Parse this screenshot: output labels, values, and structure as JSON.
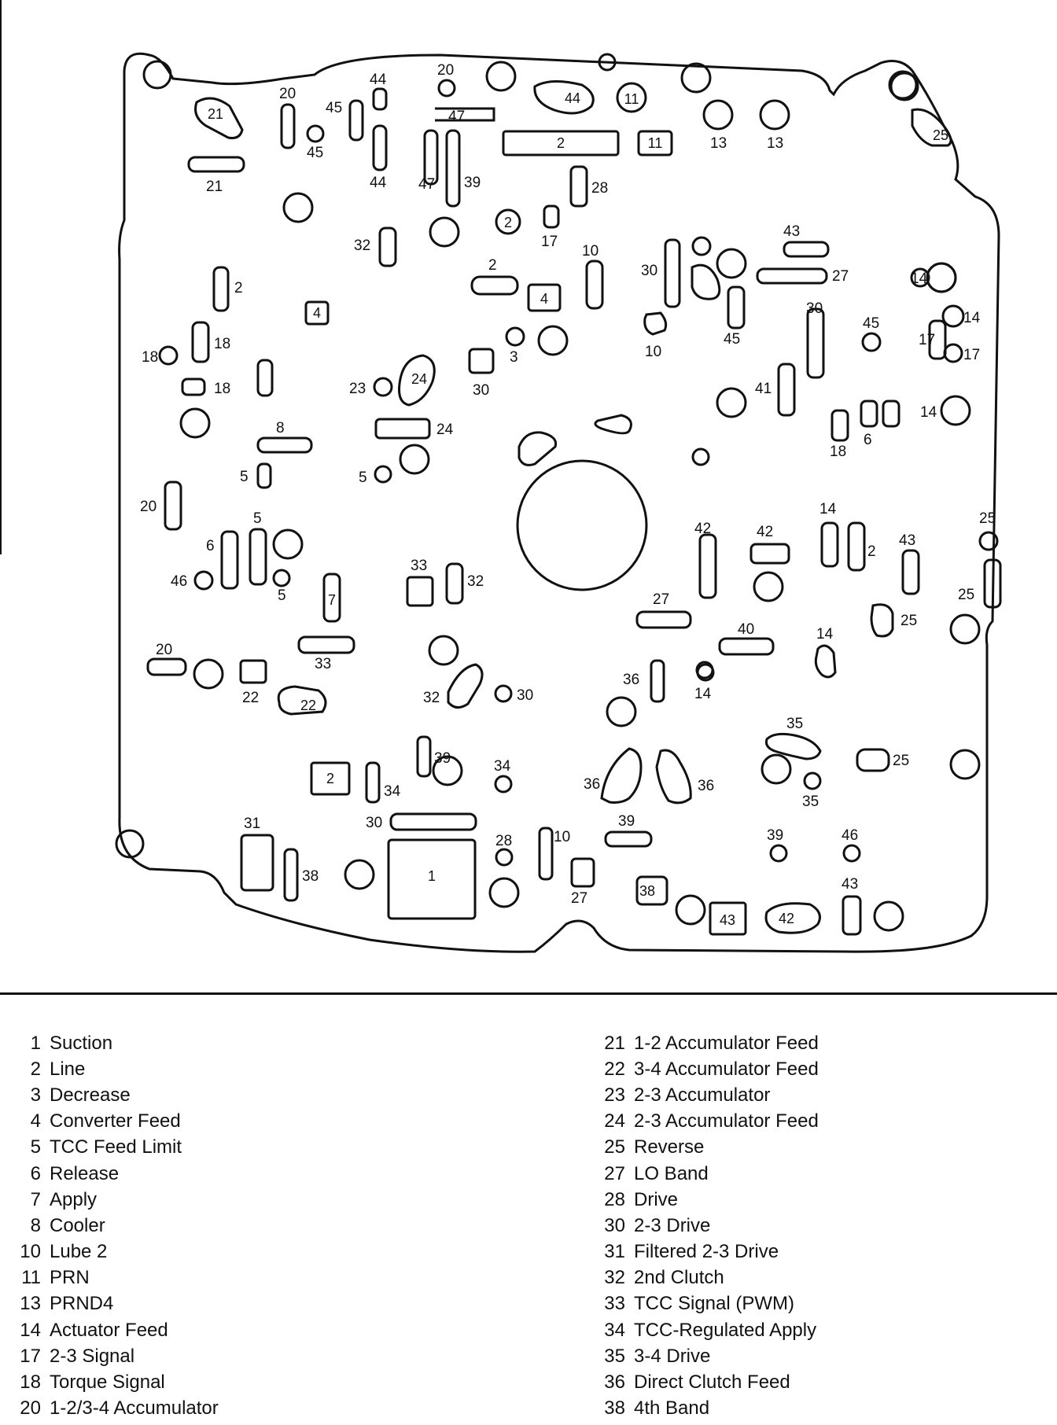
{
  "legend_left": [
    {
      "num": "1",
      "name": "Suction"
    },
    {
      "num": "2",
      "name": "Line"
    },
    {
      "num": "3",
      "name": "Decrease"
    },
    {
      "num": "4",
      "name": "Converter Feed"
    },
    {
      "num": "5",
      "name": "TCC Feed Limit"
    },
    {
      "num": "6",
      "name": "Release"
    },
    {
      "num": "7",
      "name": "Apply"
    },
    {
      "num": "8",
      "name": "Cooler"
    },
    {
      "num": "10",
      "name": "Lube 2"
    },
    {
      "num": "11",
      "name": "PRN"
    },
    {
      "num": "13",
      "name": "PRND4"
    },
    {
      "num": "14",
      "name": "Actuator Feed"
    },
    {
      "num": "17",
      "name": "2-3 Signal"
    },
    {
      "num": "18",
      "name": "Torque Signal"
    },
    {
      "num": "20",
      "name": "1-2/3-4 Accumulator"
    }
  ],
  "legend_right": [
    {
      "num": "21",
      "name": "1-2 Accumulator Feed"
    },
    {
      "num": "22",
      "name": "3-4 Accumulator Feed"
    },
    {
      "num": "23",
      "name": "2-3 Accumulator"
    },
    {
      "num": "24",
      "name": "2-3 Accumulator Feed"
    },
    {
      "num": "25",
      "name": "Reverse"
    },
    {
      "num": "27",
      "name": "LO Band"
    },
    {
      "num": "28",
      "name": "Drive"
    },
    {
      "num": "30",
      "name": "2-3 Drive"
    },
    {
      "num": "31",
      "name": "Filtered 2-3 Drive"
    },
    {
      "num": "32",
      "name": "2nd Clutch"
    },
    {
      "num": "33",
      "name": "TCC Signal (PWM)"
    },
    {
      "num": "34",
      "name": "TCC-Regulated Apply"
    },
    {
      "num": "35",
      "name": "3-4 Drive"
    },
    {
      "num": "36",
      "name": "Direct Clutch Feed"
    },
    {
      "num": "38",
      "name": "4th Band"
    }
  ],
  "diagram": {
    "labels": [
      "1",
      "2",
      "3",
      "4",
      "5",
      "6",
      "7",
      "8",
      "10",
      "11",
      "13",
      "14",
      "17",
      "18",
      "20",
      "21",
      "22",
      "23",
      "24",
      "25",
      "27",
      "28",
      "30",
      "31",
      "32",
      "33",
      "34",
      "35",
      "36",
      "38",
      "39",
      "40",
      "41",
      "42",
      "43",
      "44",
      "45",
      "46",
      "47"
    ]
  }
}
